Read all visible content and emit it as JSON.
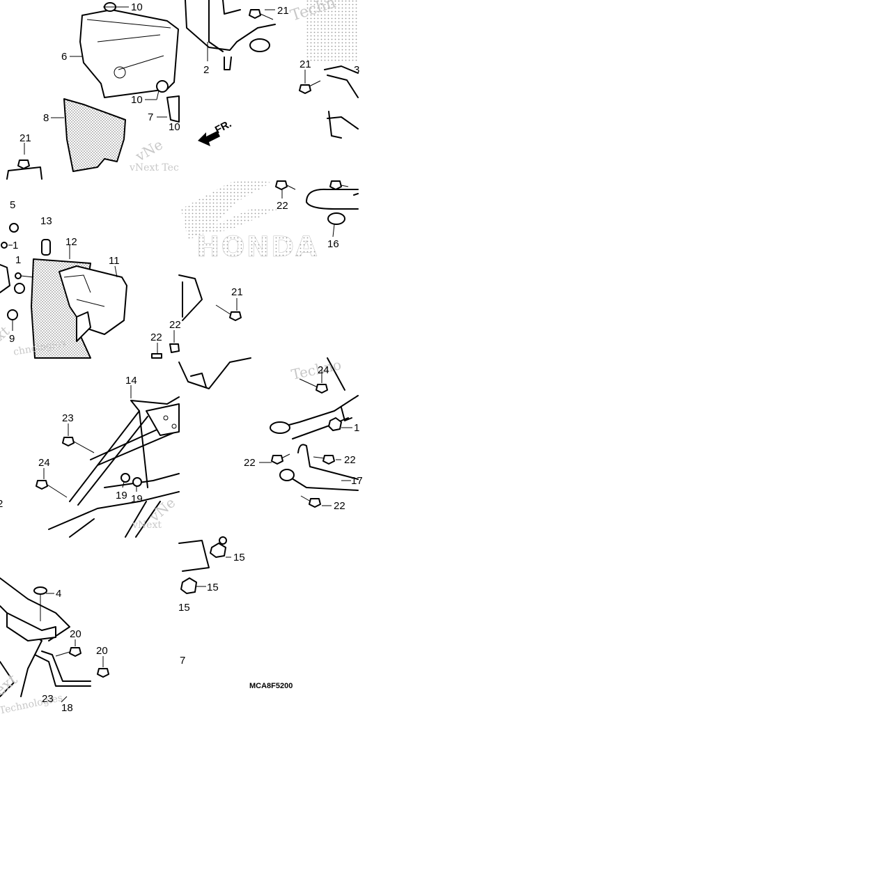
{
  "diagram_code": "MCA8F5200",
  "front_marker": "FR.",
  "brand_logo": "HONDA",
  "watermark": "vNext Technologies",
  "callouts": [
    "10",
    "6",
    "10",
    "7",
    "10",
    "8",
    "21",
    "2",
    "21",
    "21",
    "3",
    "22",
    "16",
    "5",
    "1",
    "13",
    "12",
    "11",
    "1",
    "9",
    "22",
    "22",
    "21",
    "14",
    "23",
    "24",
    "19",
    "19",
    "2",
    "24",
    "1",
    "22",
    "22",
    "17",
    "22",
    "4",
    "20",
    "20",
    "23",
    "18",
    "15",
    "15",
    "15",
    "7"
  ]
}
